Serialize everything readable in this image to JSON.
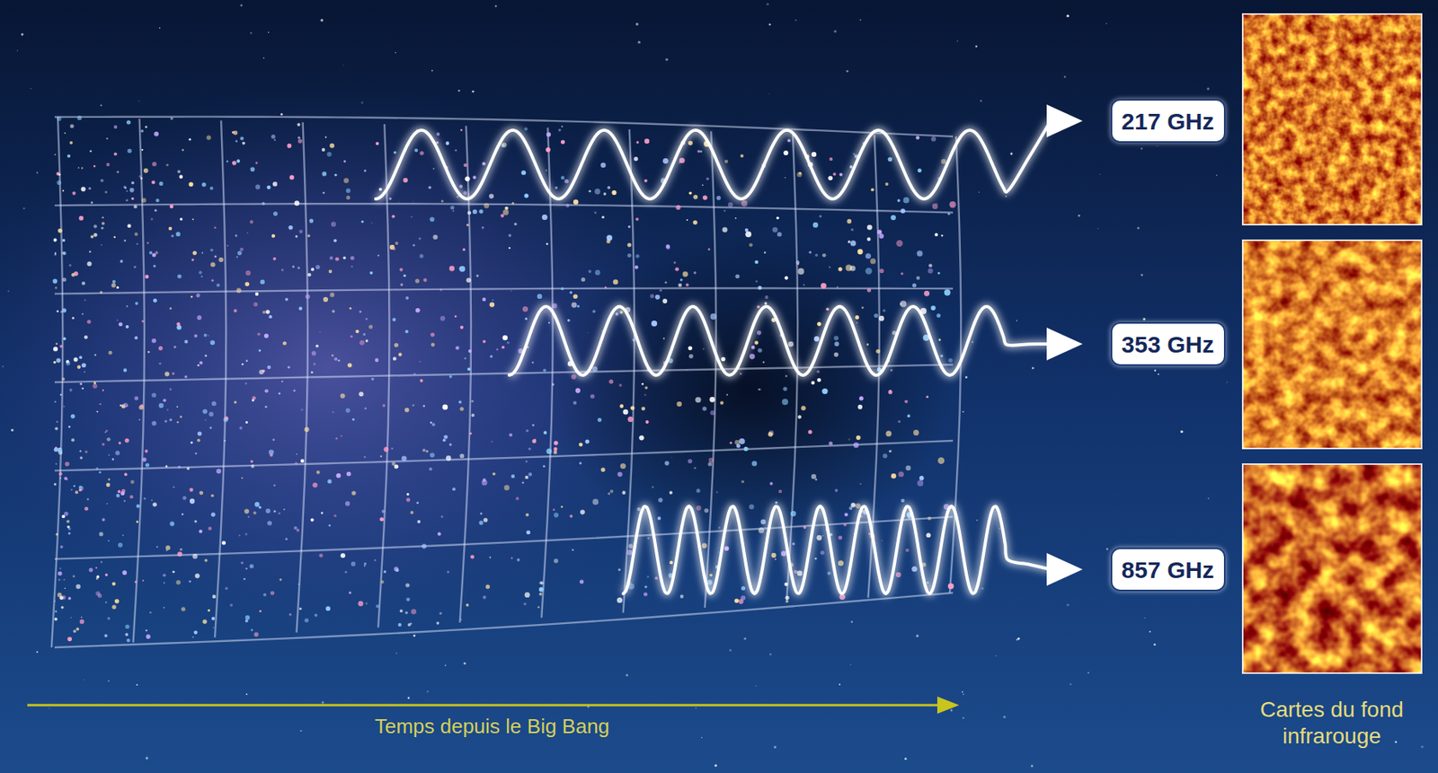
{
  "diagram": {
    "nodes": [
      {
        "text": [
          "217 GHz"
        ]
      },
      {
        "text": [
          "353 GHz"
        ]
      },
      {
        "text": [
          "857 GHz"
        ]
      }
    ],
    "labels": [
      "Temps depuis le Big Bang",
      "Cartes du fond infrarouge"
    ]
  }
}
